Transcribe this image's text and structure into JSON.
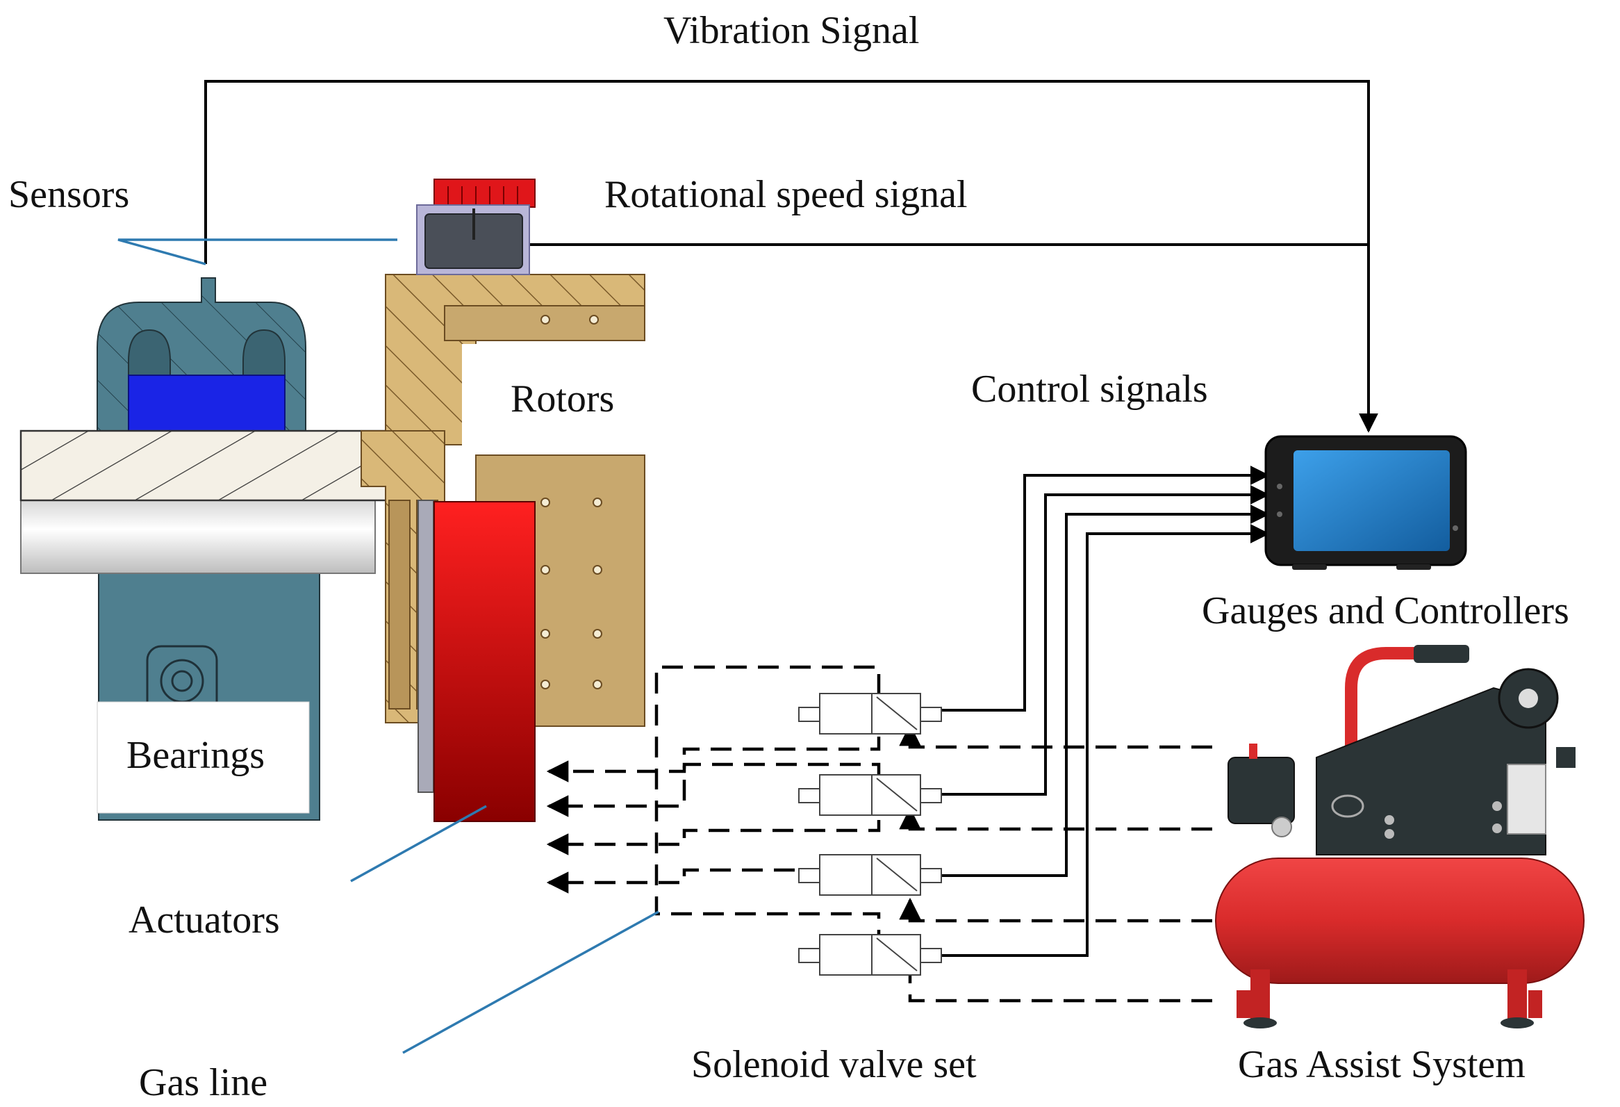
{
  "labels": {
    "vibration": "Vibration Signal",
    "sensors": "Sensors",
    "rotational": "Rotational speed signal",
    "rotors": "Rotors",
    "control": "Control signals",
    "gauges": "Gauges and Controllers",
    "bearings": "Bearings",
    "actuators": "Actuators",
    "gasline": "Gas line",
    "solenoid": "Solenoid valve set",
    "gasassist": "Gas Assist System"
  },
  "colors": {
    "actuator_red": "#e0161a",
    "bearing_teal": "#4f7f8f",
    "bearing_blue": "#1a24e6",
    "rotor_bronze": "#c8a86e",
    "screen_blue": "#1e7fd0",
    "compressor_red": "#d92b2b",
    "compressor_dark": "#2b3436",
    "leader_blue": "#2e7ab0"
  }
}
